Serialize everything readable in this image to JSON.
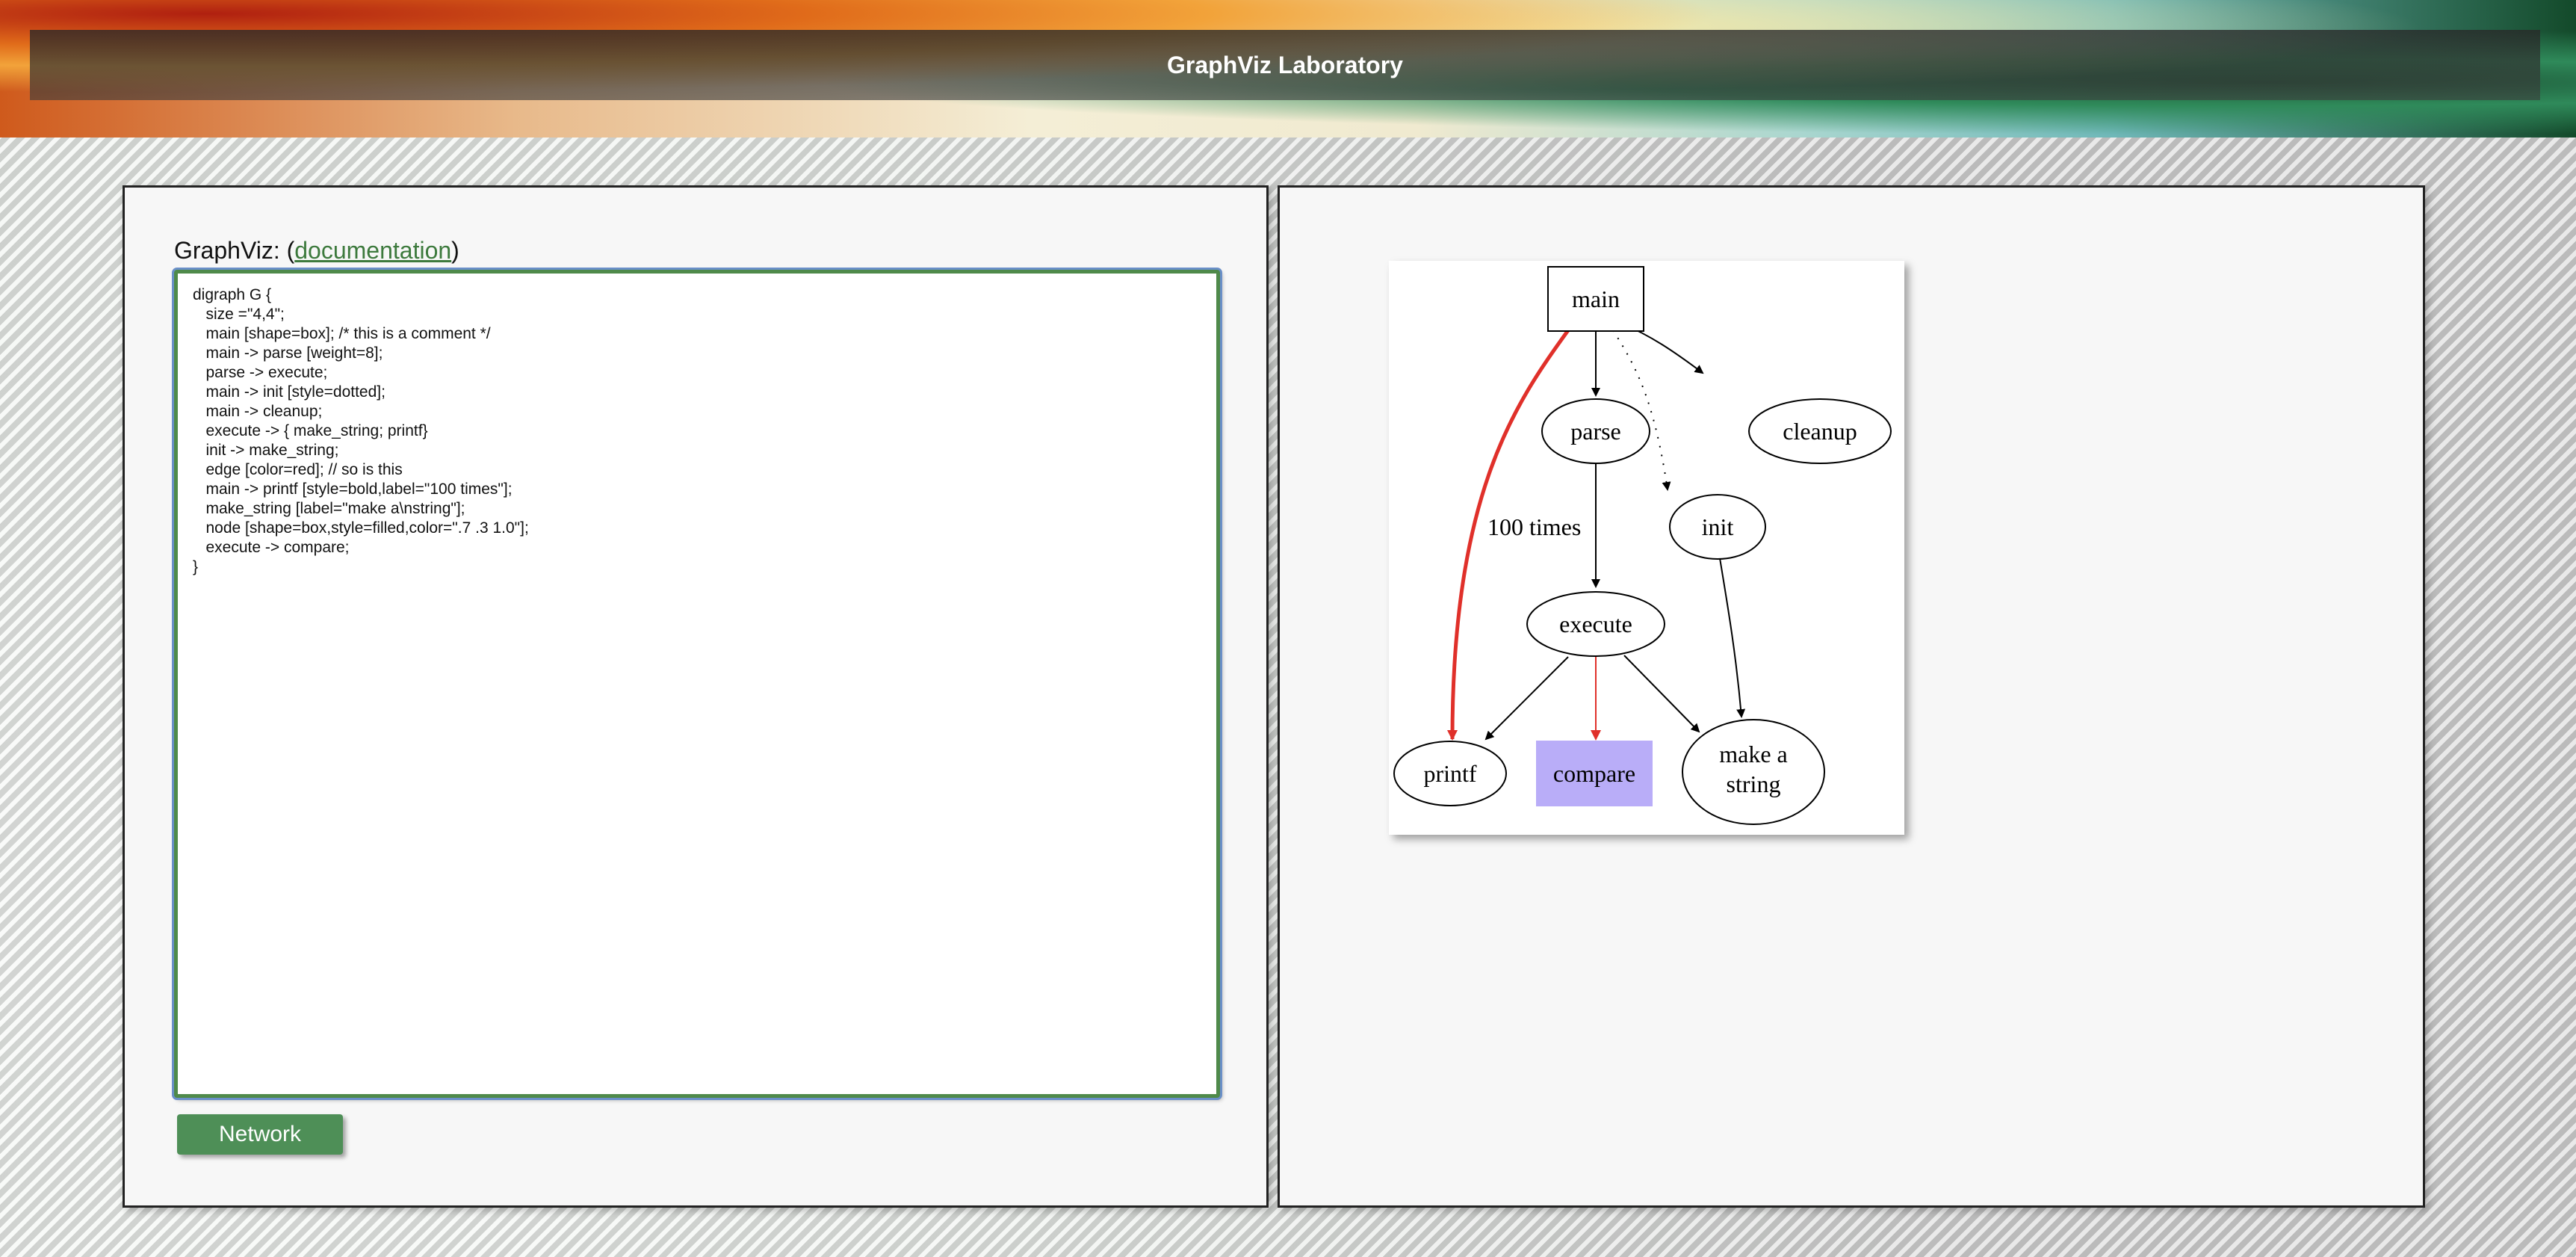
{
  "header": {
    "title": "GraphViz Laboratory"
  },
  "editor_panel": {
    "label_prefix": "GraphViz: (",
    "doc_link": "documentation",
    "label_suffix": ")",
    "code": "digraph G {\n   size =\"4,4\";\n   main [shape=box]; /* this is a comment */\n   main -> parse [weight=8];\n   parse -> execute;\n   main -> init [style=dotted];\n   main -> cleanup;\n   execute -> { make_string; printf}\n   init -> make_string;\n   edge [color=red]; // so is this\n   main -> printf [style=bold,label=\"100 times\"];\n   make_string [label=\"make a\\nstring\"];\n   node [shape=box,style=filled,color=\".7 .3 1.0\"];\n   execute -> compare;\n}",
    "button_label": "Network"
  },
  "graph": {
    "nodes": {
      "main": "main",
      "parse": "parse",
      "cleanup": "cleanup",
      "init": "init",
      "execute": "execute",
      "printf": "printf",
      "compare": "compare",
      "make_string_line1": "make a",
      "make_string_line2": "string"
    },
    "edge_label": "100 times",
    "colors": {
      "red_edge": "#e0302a",
      "compare_fill": "#b9adf8",
      "link": "#3d7a3d",
      "button": "#4e8f57"
    }
  }
}
